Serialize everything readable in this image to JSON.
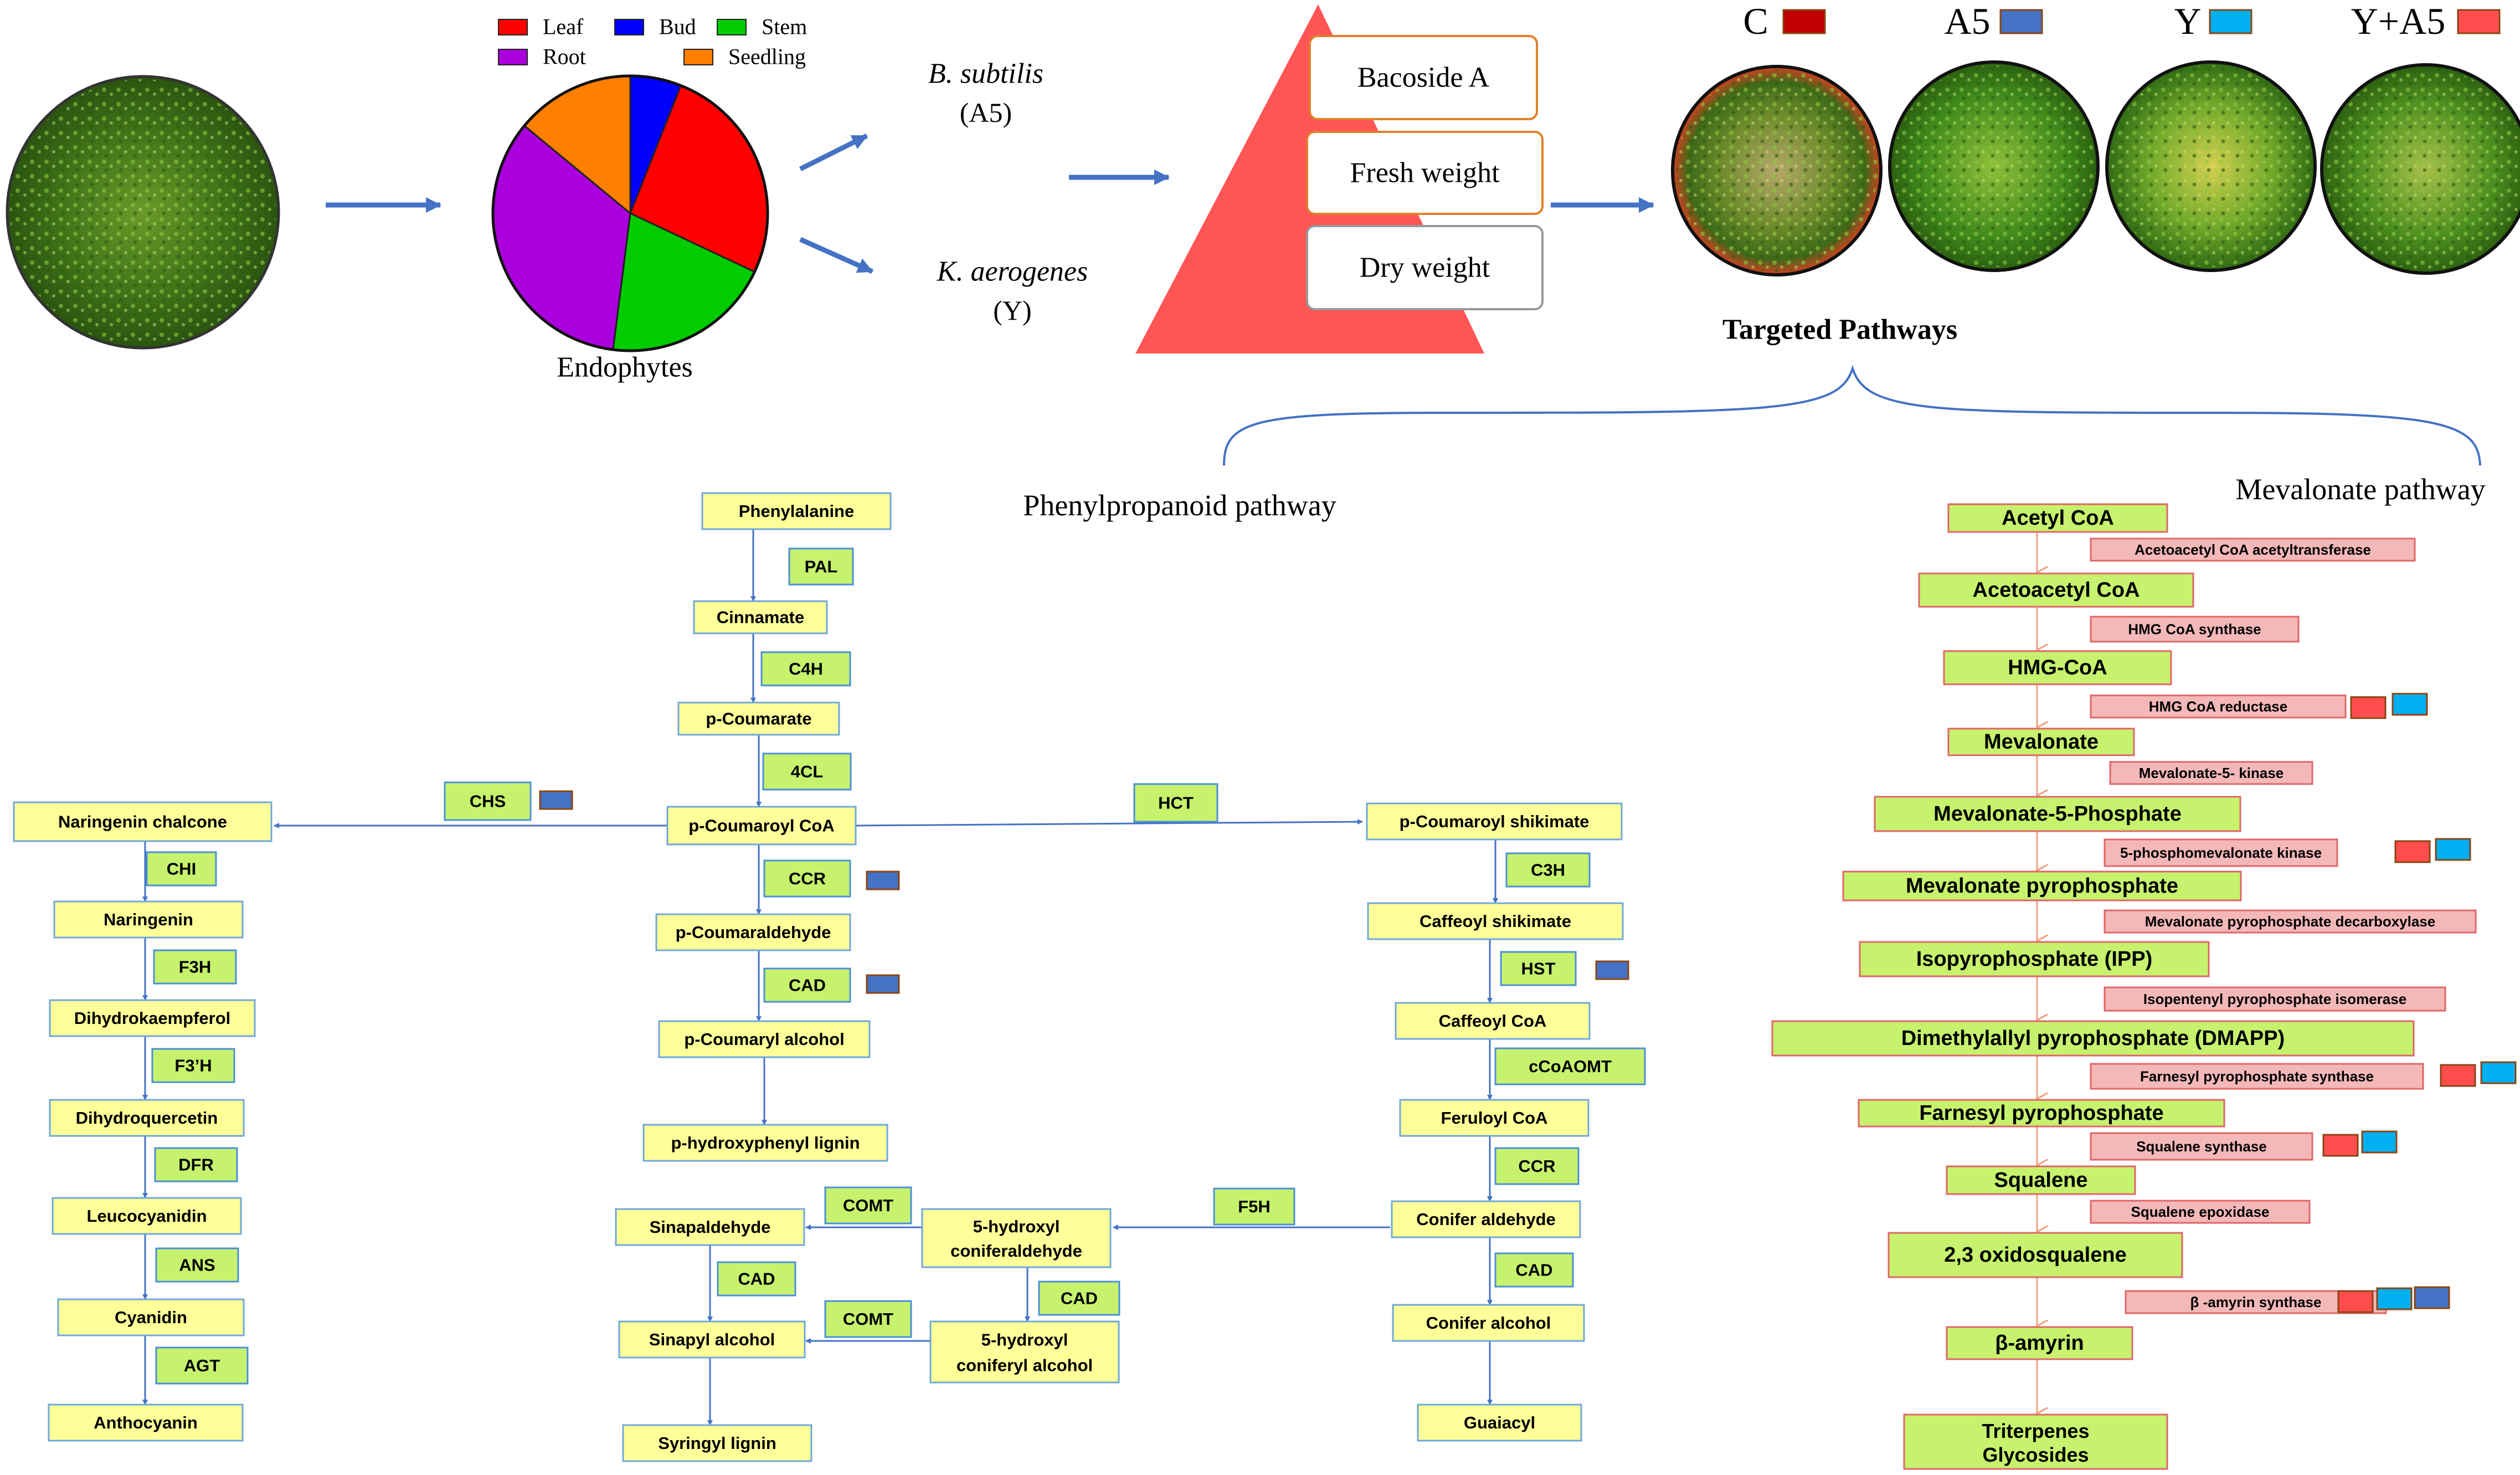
{
  "colors": {
    "node_fill": "#ffff99",
    "node_stroke": "#6fa8dc",
    "enzyme_fill": "#c6f26e",
    "enzyme_stroke": "#4a90d9",
    "mva_node_fill": "#c6f26e",
    "mva_node_stroke": "#e06666",
    "mva_enzyme_fill": "#f4b8b8",
    "mva_enzyme_stroke": "#e06666",
    "arrow": "#4472c4",
    "mva_arrow": "#f0a080",
    "c_marker": "#c00000",
    "a5_marker": "#4472c4",
    "y_marker": "#00b0f0",
    "ya5_marker": "#ff4d4d",
    "triangle": "#ff5555",
    "leaf": "#ff0000",
    "bud": "#0000ff",
    "stem": "#00cc00",
    "root": "#aa00dd",
    "seedling": "#ff8000"
  },
  "pie": {
    "legend": [
      "Leaf",
      "Bud",
      "Stem",
      "Root",
      "Seedling"
    ],
    "label": "Endophytes",
    "slices": [
      {
        "name": "Leaf",
        "value": 26
      },
      {
        "name": "Stem",
        "value": 20
      },
      {
        "name": "Root",
        "value": 34
      },
      {
        "name": "Seedling",
        "value": 14
      },
      {
        "name": "Bud",
        "value": 6
      }
    ]
  },
  "strains": {
    "a5_name": "B. subtilis",
    "a5_code": "(A5)",
    "y_name": "K. aerogenes",
    "y_code": "(Y)"
  },
  "pyramid": {
    "items": [
      "Bacoside A",
      "Fresh weight",
      "Dry weight"
    ]
  },
  "treatments": {
    "labels": [
      "C",
      "A5",
      "Y",
      "Y+A5"
    ],
    "targeted": "Targeted Pathways"
  },
  "pathways": {
    "phenylpropanoid_title": "Phenylpropanoid pathway",
    "mevalonate_title": "Mevalonate pathway"
  },
  "phenyl": {
    "nodes": {
      "phenylalanine": "Phenylalanine",
      "cinnamate": "Cinnamate",
      "p_coumarate": "p-Coumarate",
      "p_coumaroyl_coa": "p-Coumaroyl CoA",
      "p_coumaraldehyde": "p-Coumaraldehyde",
      "p_coumaryl_alcohol": "p-Coumaryl alcohol",
      "p_hydroxyphenyl_lignin": "p-hydroxyphenyl lignin",
      "naringenin_chalcone": "Naringenin chalcone",
      "naringenin": "Naringenin",
      "dihydrokaempferol": "Dihydrokaempferol",
      "dihydroquercetin": "Dihydroquercetin",
      "leucocyanidin": "Leucocyanidin",
      "cyanidin": "Cyanidin",
      "anthocyanin": "Anthocyanin",
      "p_coumaroyl_shikimate": "p-Coumaroyl shikimate",
      "caffeoyl_shikimate": "Caffeoyl shikimate",
      "caffeoyl_coa": "Caffeoyl CoA",
      "feruloyl_coa": "Feruloyl CoA",
      "conifer_aldehyde": "Conifer aldehyde",
      "conifer_alcohol": "Conifer alcohol",
      "guaiacyl": "Guaiacyl",
      "hydroxy_coniferaldehyde_1": "5-hydroxyl",
      "hydroxy_coniferaldehyde_2": "coniferaldehyde",
      "hydroxy_coniferyl_alcohol_1": "5-hydroxyl",
      "hydroxy_coniferyl_alcohol_2": "coniferyl alcohol",
      "sinapaldehyde": "Sinapaldehyde",
      "sinapyl_alcohol": "Sinapyl alcohol",
      "syringyl_lignin": "Syringyl lignin"
    },
    "enzymes": {
      "pal": "PAL",
      "c4h": "C4H",
      "4cl": "4CL",
      "chs": "CHS",
      "hct": "HCT",
      "ccr1": "CCR",
      "cad1": "CAD",
      "chi": "CHI",
      "f3h": "F3H",
      "f3ph": "F3’H",
      "dfr": "DFR",
      "ans": "ANS",
      "agt": "AGT",
      "c3h": "C3H",
      "hst": "HST",
      "ccoaomt": "cCoAOMT",
      "ccr2": "CCR",
      "f5h": "F5H",
      "cad2": "CAD",
      "comt1": "COMT",
      "comt2": "COMT",
      "cad3": "CAD",
      "cad4": "CAD"
    }
  },
  "mevalonate": {
    "nodes": [
      "Acetyl CoA",
      "Acetoacetyl CoA",
      "HMG-CoA",
      "Mevalonate",
      "Mevalonate-5-Phosphate",
      "Mevalonate pyrophosphate",
      "Isopyrophosphate (IPP)",
      "Dimethylallyl pyrophosphate (DMAPP)",
      "Farnesyl pyrophosphate",
      "Squalene",
      "2,3 oxidosqualene",
      "β-amyrin",
      "Triterpenes",
      "Glycosides"
    ],
    "enzymes": [
      "Acetoacetyl CoA acetyltransferase",
      "HMG CoA synthase",
      "HMG CoA reductase",
      "Mevalonate-5- kinase",
      "5-phosphomevalonate kinase",
      "Mevalonate pyrophosphate decarboxylase",
      "Isopentenyl pyrophosphate isomerase",
      "Farnesyl pyrophosphate synthase",
      "Squalene synthase",
      "Squalene epoxidase",
      "β -amyrin synthase"
    ]
  }
}
